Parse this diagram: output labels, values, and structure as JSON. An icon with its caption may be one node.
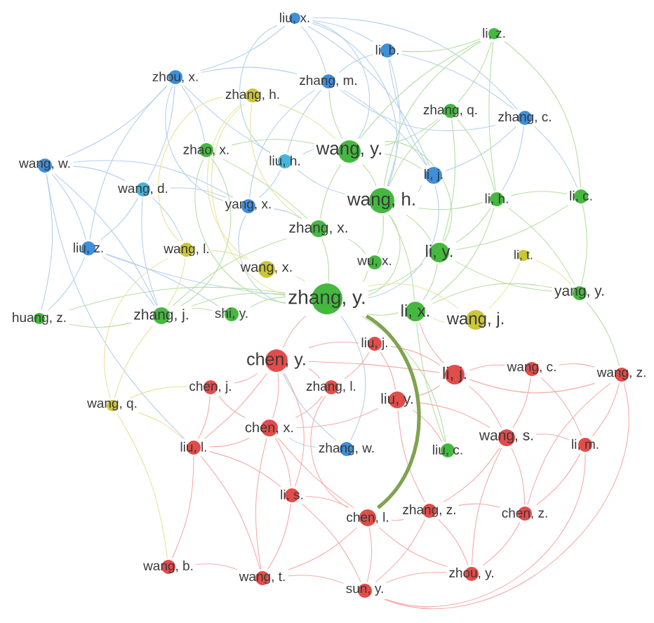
{
  "diagram": {
    "nodes": [
      {
        "text": [
          "liu, x."
        ]
      },
      {
        "text": [
          "li, z."
        ]
      },
      {
        "text": [
          "li, b."
        ]
      },
      {
        "text": [
          "zhou, x."
        ]
      },
      {
        "text": [
          "zhang, m."
        ]
      },
      {
        "text": [
          "zhang, h."
        ]
      },
      {
        "text": [
          "zhang, q."
        ]
      },
      {
        "text": [
          "zhang, c."
        ]
      },
      {
        "text": [
          "zhao, x."
        ]
      },
      {
        "text": [
          "wang, y."
        ]
      },
      {
        "text": [
          "liu, h."
        ]
      },
      {
        "text": [
          "wang, w."
        ]
      },
      {
        "text": [
          "li, j."
        ]
      },
      {
        "text": [
          "wang, d."
        ]
      },
      {
        "text": [
          "li, c."
        ]
      },
      {
        "text": [
          "li, h."
        ]
      },
      {
        "text": [
          "wang, h."
        ]
      },
      {
        "text": [
          "yang, x."
        ]
      },
      {
        "text": [
          "zhang, x."
        ]
      },
      {
        "text": [
          "liu, z."
        ]
      },
      {
        "text": [
          "wang, l."
        ]
      },
      {
        "text": [
          "li, y."
        ]
      },
      {
        "text": [
          "li, t."
        ]
      },
      {
        "text": [
          "wu, x."
        ]
      },
      {
        "text": [
          "wang, x."
        ]
      },
      {
        "text": [
          "yang, y."
        ]
      },
      {
        "text": [
          "zhang, y."
        ]
      },
      {
        "text": [
          "li, x."
        ]
      },
      {
        "text": [
          "shi, y."
        ]
      },
      {
        "text": [
          "zhang, j."
        ]
      },
      {
        "text": [
          "huang, z."
        ]
      },
      {
        "text": [
          "wang, j."
        ]
      },
      {
        "text": [
          "liu, j."
        ]
      },
      {
        "text": [
          "chen, y."
        ]
      },
      {
        "text": [
          "wang, c."
        ]
      },
      {
        "text": [
          "li, j."
        ]
      },
      {
        "text": [
          "wang, z."
        ]
      },
      {
        "text": [
          "chen, j."
        ]
      },
      {
        "text": [
          "zhang, l."
        ]
      },
      {
        "text": [
          "liu, y."
        ]
      },
      {
        "text": [
          "wang, q."
        ]
      },
      {
        "text": [
          "chen, x."
        ]
      },
      {
        "text": [
          "wang, s."
        ]
      },
      {
        "text": [
          "li, m."
        ]
      },
      {
        "text": [
          "liu, l."
        ]
      },
      {
        "text": [
          "zhang, w."
        ]
      },
      {
        "text": [
          "liu, c."
        ]
      },
      {
        "text": [
          "li, s."
        ]
      },
      {
        "text": [
          "zhang, z."
        ]
      },
      {
        "text": [
          "chen, z."
        ]
      },
      {
        "text": [
          "chen, l."
        ]
      },
      {
        "text": [
          "wang, b."
        ]
      },
      {
        "text": [
          "zhou, y."
        ]
      },
      {
        "text": [
          "wang, t."
        ]
      },
      {
        "text": [
          "sun, y."
        ]
      }
    ],
    "edges": [
      {
        "from": 0,
        "to": 2,
        "arrow": "none",
        "color": "#b3d0ee"
      },
      {
        "from": 0,
        "to": 3,
        "arrow": "none",
        "color": "#b3d0ee"
      },
      {
        "from": 0,
        "to": 4,
        "arrow": "none",
        "color": "#b3d0ee"
      },
      {
        "from": 0,
        "to": 7,
        "arrow": "none",
        "color": "#b3d0ee"
      },
      {
        "from": 0,
        "to": 12,
        "arrow": "none",
        "color": "#b3d0ee"
      },
      {
        "from": 0,
        "to": 10,
        "arrow": "none",
        "color": "#b3d0ee"
      },
      {
        "from": 0,
        "to": 9,
        "arrow": "none",
        "color": "#b3d0ee"
      },
      {
        "from": 0,
        "to": 16,
        "arrow": "none",
        "color": "#b3d0ee"
      },
      {
        "from": 3,
        "to": 11,
        "arrow": "none",
        "color": "#b3d0ee"
      },
      {
        "from": 3,
        "to": 13,
        "arrow": "none",
        "color": "#b3d0ee"
      },
      {
        "from": 3,
        "to": 8,
        "arrow": "none",
        "color": "#b3d0ee"
      },
      {
        "from": 3,
        "to": 10,
        "arrow": "none",
        "color": "#b3d0ee"
      },
      {
        "from": 3,
        "to": 4,
        "arrow": "none",
        "color": "#b3d0ee"
      },
      {
        "from": 3,
        "to": 17,
        "arrow": "none",
        "color": "#b3d0ee"
      },
      {
        "from": 3,
        "to": 19,
        "arrow": "none",
        "color": "#b3d0ee"
      },
      {
        "from": 4,
        "to": 2,
        "arrow": "none",
        "color": "#b3d0ee"
      },
      {
        "from": 4,
        "to": 7,
        "arrow": "none",
        "color": "#b3d0ee"
      },
      {
        "from": 4,
        "to": 10,
        "arrow": "none",
        "color": "#b3d0ee"
      },
      {
        "from": 4,
        "to": 12,
        "arrow": "none",
        "color": "#b3d0ee"
      },
      {
        "from": 4,
        "to": 17,
        "arrow": "none",
        "color": "#b3d0ee"
      },
      {
        "from": 2,
        "to": 12,
        "arrow": "none",
        "color": "#b3d0ee"
      },
      {
        "from": 2,
        "to": 7,
        "arrow": "none",
        "color": "#b3d0ee"
      },
      {
        "from": 2,
        "to": 16,
        "arrow": "none",
        "color": "#b3d0ee"
      },
      {
        "from": 7,
        "to": 12,
        "arrow": "none",
        "color": "#b3d0ee"
      },
      {
        "from": 7,
        "to": 14,
        "arrow": "none",
        "color": "#b3d0ee"
      },
      {
        "from": 7,
        "to": 15,
        "arrow": "none",
        "color": "#b3d0ee"
      },
      {
        "from": 11,
        "to": 13,
        "arrow": "none",
        "color": "#b3d0ee"
      },
      {
        "from": 11,
        "to": 19,
        "arrow": "none",
        "color": "#b3d0ee"
      },
      {
        "from": 11,
        "to": 30,
        "arrow": "none",
        "color": "#b3d0ee"
      },
      {
        "from": 11,
        "to": 29,
        "arrow": "none",
        "color": "#b3d0ee"
      },
      {
        "from": 11,
        "to": 17,
        "arrow": "none",
        "color": "#b3d0ee"
      },
      {
        "from": 11,
        "to": 44,
        "arrow": "none",
        "color": "#b3d0ee"
      },
      {
        "from": 13,
        "to": 19,
        "arrow": "none",
        "color": "#b3d0ee"
      },
      {
        "from": 13,
        "to": 17,
        "arrow": "none",
        "color": "#b3d0ee"
      },
      {
        "from": 13,
        "to": 29,
        "arrow": "none",
        "color": "#b3d0ee"
      },
      {
        "from": 13,
        "to": 20,
        "arrow": "none",
        "color": "#b3d0ee"
      },
      {
        "from": 19,
        "to": 29,
        "arrow": "none",
        "color": "#b3d0ee"
      },
      {
        "from": 19,
        "to": 30,
        "arrow": "none",
        "color": "#b3d0ee"
      },
      {
        "from": 19,
        "to": 26,
        "arrow": "none",
        "color": "#b3d0ee"
      },
      {
        "from": 19,
        "to": 28,
        "arrow": "none",
        "color": "#b3d0ee"
      },
      {
        "from": 10,
        "to": 17,
        "arrow": "none",
        "color": "#b3d0ee"
      },
      {
        "from": 10,
        "to": 16,
        "arrow": "none",
        "color": "#b3d0ee"
      },
      {
        "from": 10,
        "to": 9,
        "arrow": "none",
        "color": "#b3d0ee"
      },
      {
        "from": 17,
        "to": 26,
        "arrow": "none",
        "color": "#b3d0ee"
      },
      {
        "from": 17,
        "to": 18,
        "arrow": "none",
        "color": "#b3d0ee"
      },
      {
        "from": 12,
        "to": 16,
        "arrow": "none",
        "color": "#b3d0ee"
      },
      {
        "from": 12,
        "to": 26,
        "arrow": "none",
        "color": "#b3d0ee"
      },
      {
        "from": 45,
        "to": 33,
        "arrow": "none",
        "color": "#b3d0ee"
      },
      {
        "from": 45,
        "to": 41,
        "arrow": "none",
        "color": "#b3d0ee"
      },
      {
        "from": 45,
        "to": 26,
        "arrow": "none",
        "color": "#b3d0ee"
      },
      {
        "from": 1,
        "to": 6,
        "arrow": "none",
        "color": "#b5dfa3"
      },
      {
        "from": 1,
        "to": 15,
        "arrow": "none",
        "color": "#b5dfa3"
      },
      {
        "from": 1,
        "to": 14,
        "arrow": "none",
        "color": "#b5dfa3"
      },
      {
        "from": 1,
        "to": 9,
        "arrow": "none",
        "color": "#b5dfa3"
      },
      {
        "from": 1,
        "to": 16,
        "arrow": "none",
        "color": "#b5dfa3"
      },
      {
        "from": 1,
        "to": 2,
        "arrow": "none",
        "color": "#b5dfa3"
      },
      {
        "from": 6,
        "to": 9,
        "arrow": "none",
        "color": "#b5dfa3"
      },
      {
        "from": 6,
        "to": 16,
        "arrow": "none",
        "color": "#b5dfa3"
      },
      {
        "from": 6,
        "to": 15,
        "arrow": "none",
        "color": "#b5dfa3"
      },
      {
        "from": 6,
        "to": 21,
        "arrow": "none",
        "color": "#b5dfa3"
      },
      {
        "from": 8,
        "to": 9,
        "arrow": "none",
        "color": "#b5dfa3"
      },
      {
        "from": 8,
        "to": 18,
        "arrow": "none",
        "color": "#b5dfa3"
      },
      {
        "from": 8,
        "to": 29,
        "arrow": "none",
        "color": "#b5dfa3"
      },
      {
        "from": 8,
        "to": 26,
        "arrow": "none",
        "color": "#b5dfa3"
      },
      {
        "from": 9,
        "to": 16,
        "arrow": "none",
        "color": "#b5dfa3"
      },
      {
        "from": 9,
        "to": 18,
        "arrow": "none",
        "color": "#b5dfa3"
      },
      {
        "from": 9,
        "to": 4,
        "arrow": "none",
        "color": "#b5dfa3"
      },
      {
        "from": 9,
        "to": 21,
        "arrow": "none",
        "color": "#b5dfa3"
      },
      {
        "from": 9,
        "to": 12,
        "arrow": "none",
        "color": "#b5dfa3"
      },
      {
        "from": 16,
        "to": 21,
        "arrow": "none",
        "color": "#b5dfa3"
      },
      {
        "from": 16,
        "to": 26,
        "arrow": "none",
        "color": "#b5dfa3"
      },
      {
        "from": 16,
        "to": 27,
        "arrow": "none",
        "color": "#b5dfa3"
      },
      {
        "from": 16,
        "to": 23,
        "arrow": "none",
        "color": "#b5dfa3"
      },
      {
        "from": 16,
        "to": 15,
        "arrow": "none",
        "color": "#b5dfa3"
      },
      {
        "from": 15,
        "to": 14,
        "arrow": "none",
        "color": "#b5dfa3"
      },
      {
        "from": 15,
        "to": 21,
        "arrow": "none",
        "color": "#b5dfa3"
      },
      {
        "from": 15,
        "to": 25,
        "arrow": "none",
        "color": "#b5dfa3"
      },
      {
        "from": 15,
        "to": 27,
        "arrow": "none",
        "color": "#b5dfa3"
      },
      {
        "from": 14,
        "to": 25,
        "arrow": "none",
        "color": "#b5dfa3"
      },
      {
        "from": 14,
        "to": 21,
        "arrow": "none",
        "color": "#b5dfa3"
      },
      {
        "from": 18,
        "to": 26,
        "arrow": "none",
        "color": "#b5dfa3"
      },
      {
        "from": 18,
        "to": 23,
        "arrow": "none",
        "color": "#b5dfa3"
      },
      {
        "from": 18,
        "to": 29,
        "arrow": "none",
        "color": "#b5dfa3"
      },
      {
        "from": 21,
        "to": 26,
        "arrow": "none",
        "color": "#b5dfa3"
      },
      {
        "from": 21,
        "to": 27,
        "arrow": "none",
        "color": "#b5dfa3"
      },
      {
        "from": 21,
        "to": 25,
        "arrow": "none",
        "color": "#b5dfa3"
      },
      {
        "from": 23,
        "to": 26,
        "arrow": "none",
        "color": "#b5dfa3"
      },
      {
        "from": 27,
        "to": 26,
        "arrow": "none",
        "color": "#b5dfa3"
      },
      {
        "from": 28,
        "to": 26,
        "arrow": "none",
        "color": "#b5dfa3"
      },
      {
        "from": 29,
        "to": 26,
        "arrow": "none",
        "color": "#b5dfa3"
      },
      {
        "from": 29,
        "to": 30,
        "arrow": "none",
        "color": "#b5dfa3"
      },
      {
        "from": 29,
        "to": 28,
        "arrow": "none",
        "color": "#b5dfa3"
      },
      {
        "from": 30,
        "to": 26,
        "arrow": "none",
        "color": "#b5dfa3"
      },
      {
        "from": 25,
        "to": 27,
        "arrow": "none",
        "color": "#b5dfa3"
      },
      {
        "from": 27,
        "to": 46,
        "arrow": "none",
        "color": "#b5dfa3"
      },
      {
        "from": 46,
        "to": 26,
        "arrow": "none",
        "color": "#b5dfa3"
      },
      {
        "from": 25,
        "to": 36,
        "arrow": "none",
        "color": "#b5dfa3"
      },
      {
        "from": 5,
        "to": 20,
        "arrow": "none",
        "color": "#e6e49c"
      },
      {
        "from": 5,
        "to": 24,
        "arrow": "none",
        "color": "#e6e49c"
      },
      {
        "from": 5,
        "to": 9,
        "arrow": "none",
        "color": "#e6e49c"
      },
      {
        "from": 5,
        "to": 18,
        "arrow": "none",
        "color": "#e6e49c"
      },
      {
        "from": 5,
        "to": 26,
        "arrow": "none",
        "color": "#e6e49c"
      },
      {
        "from": 20,
        "to": 29,
        "arrow": "none",
        "color": "#e6e49c"
      },
      {
        "from": 20,
        "to": 40,
        "arrow": "none",
        "color": "#e6e49c"
      },
      {
        "from": 20,
        "to": 24,
        "arrow": "none",
        "color": "#e6e49c"
      },
      {
        "from": 24,
        "to": 26,
        "arrow": "none",
        "color": "#e6e49c"
      },
      {
        "from": 22,
        "to": 31,
        "arrow": "none",
        "color": "#e6e49c"
      },
      {
        "from": 22,
        "to": 25,
        "arrow": "none",
        "color": "#e6e49c"
      },
      {
        "from": 31,
        "to": 27,
        "arrow": "none",
        "color": "#e6e49c"
      },
      {
        "from": 31,
        "to": 26,
        "arrow": "none",
        "color": "#e6e49c"
      },
      {
        "from": 40,
        "to": 44,
        "arrow": "none",
        "color": "#e6e49c"
      },
      {
        "from": 40,
        "to": 37,
        "arrow": "none",
        "color": "#e6e49c"
      },
      {
        "from": 40,
        "to": 29,
        "arrow": "none",
        "color": "#e6e49c"
      },
      {
        "from": 40,
        "to": 51,
        "arrow": "none",
        "color": "#e6e49c"
      },
      {
        "from": 33,
        "to": 37,
        "arrow": "none"
      },
      {
        "from": 33,
        "to": 38,
        "arrow": "none"
      },
      {
        "from": 33,
        "to": 41,
        "arrow": "none"
      },
      {
        "from": 33,
        "to": 32,
        "arrow": "none"
      },
      {
        "from": 33,
        "to": 26,
        "arrow": "none"
      },
      {
        "from": 33,
        "to": 44,
        "arrow": "none"
      },
      {
        "from": 33,
        "to": 47,
        "arrow": "none"
      },
      {
        "from": 33,
        "to": 35,
        "arrow": "none"
      },
      {
        "from": 32,
        "to": 39,
        "arrow": "none"
      },
      {
        "from": 32,
        "to": 35,
        "arrow": "none"
      },
      {
        "from": 32,
        "to": 38,
        "arrow": "none"
      },
      {
        "from": 35,
        "to": 39,
        "arrow": "none"
      },
      {
        "from": 35,
        "to": 34,
        "arrow": "none"
      },
      {
        "from": 35,
        "to": 42,
        "arrow": "none"
      },
      {
        "from": 35,
        "to": 36,
        "arrow": "none"
      },
      {
        "from": 35,
        "to": 27,
        "arrow": "none"
      },
      {
        "from": 34,
        "to": 36,
        "arrow": "none"
      },
      {
        "from": 34,
        "to": 42,
        "arrow": "none"
      },
      {
        "from": 34,
        "to": 43,
        "arrow": "none"
      },
      {
        "from": 36,
        "to": 43,
        "arrow": "none"
      },
      {
        "from": 36,
        "to": 49,
        "arrow": "none"
      },
      {
        "from": 36,
        "to": 54,
        "arrow": "none"
      },
      {
        "from": 39,
        "to": 42,
        "arrow": "none"
      },
      {
        "from": 39,
        "to": 46,
        "arrow": "none"
      },
      {
        "from": 39,
        "to": 48,
        "arrow": "none"
      },
      {
        "from": 39,
        "to": 41,
        "arrow": "none"
      },
      {
        "from": 41,
        "to": 44,
        "arrow": "none"
      },
      {
        "from": 41,
        "to": 47,
        "arrow": "none"
      },
      {
        "from": 41,
        "to": 50,
        "arrow": "none"
      },
      {
        "from": 41,
        "to": 53,
        "arrow": "none"
      },
      {
        "from": 41,
        "to": 37,
        "arrow": "none"
      },
      {
        "from": 42,
        "to": 43,
        "arrow": "none"
      },
      {
        "from": 42,
        "to": 49,
        "arrow": "none"
      },
      {
        "from": 42,
        "to": 48,
        "arrow": "none"
      },
      {
        "from": 42,
        "to": 52,
        "arrow": "none"
      },
      {
        "from": 43,
        "to": 49,
        "arrow": "none"
      },
      {
        "from": 43,
        "to": 54,
        "arrow": "none"
      },
      {
        "from": 44,
        "to": 51,
        "arrow": "none"
      },
      {
        "from": 44,
        "to": 53,
        "arrow": "none"
      },
      {
        "from": 44,
        "to": 47,
        "arrow": "none"
      },
      {
        "from": 47,
        "to": 50,
        "arrow": "none"
      },
      {
        "from": 47,
        "to": 53,
        "arrow": "none"
      },
      {
        "from": 47,
        "to": 54,
        "arrow": "none"
      },
      {
        "from": 48,
        "to": 50,
        "arrow": "none"
      },
      {
        "from": 48,
        "to": 49,
        "arrow": "none"
      },
      {
        "from": 48,
        "to": 52,
        "arrow": "none"
      },
      {
        "from": 48,
        "to": 54,
        "arrow": "none"
      },
      {
        "from": 49,
        "to": 52,
        "arrow": "none"
      },
      {
        "from": 50,
        "to": 54,
        "arrow": "none"
      },
      {
        "from": 50,
        "to": 53,
        "arrow": "none"
      },
      {
        "from": 50,
        "to": 52,
        "arrow": "none"
      },
      {
        "from": 51,
        "to": 53,
        "arrow": "none"
      },
      {
        "from": 53,
        "to": 54,
        "arrow": "none"
      },
      {
        "from": 54,
        "to": 52,
        "arrow": "none"
      },
      {
        "from": 37,
        "to": 44,
        "arrow": "none"
      },
      {
        "from": 38,
        "to": 41,
        "arrow": "none"
      },
      {
        "from": 38,
        "to": 50,
        "arrow": "none"
      },
      {
        "from": 26,
        "to": 50,
        "arrow": "none",
        "style": "thick",
        "color": "#7fa34f"
      }
    ]
  }
}
